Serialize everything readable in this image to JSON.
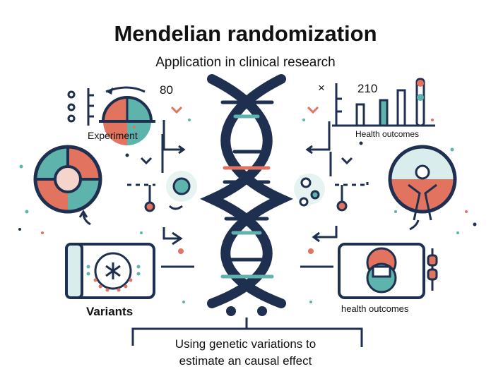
{
  "title": "Mendelian randomization",
  "subtitle": "Application in clinical research",
  "labels": {
    "experiment": "Experiment",
    "health_outcomes_top": "Health outcomes",
    "variants": "Variants",
    "health_outcomes_bottom": "health outcomes"
  },
  "numbers": {
    "left": "80",
    "right": "210",
    "mark": "×"
  },
  "caption": {
    "line1": "Using genetic variations to",
    "line2": "estimate an causal effect"
  },
  "colors": {
    "navy": "#1e2f4f",
    "teal": "#5fb3ad",
    "coral": "#e2735f",
    "light_teal": "#d9eeec"
  }
}
